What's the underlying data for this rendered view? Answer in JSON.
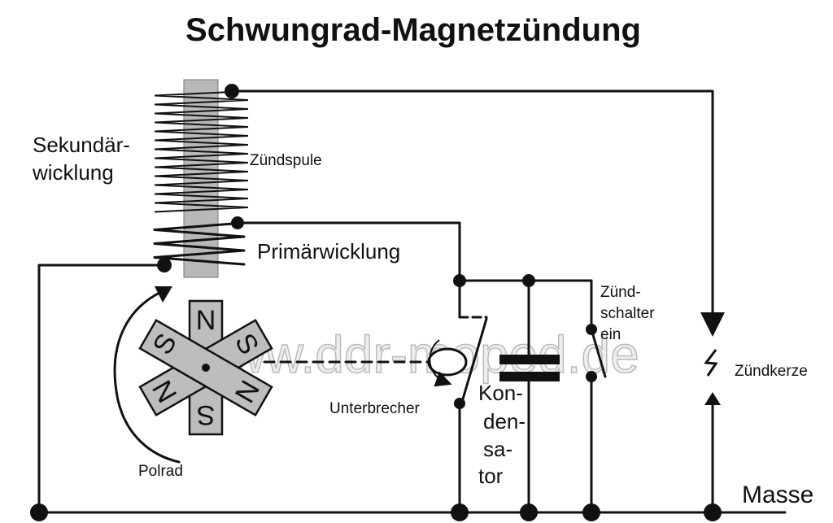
{
  "title": "Schwungrad-Magnetzündung",
  "watermark": "www.ddr-moped.de",
  "labels": {
    "secondary_winding": [
      "Sekundär-",
      "wicklung"
    ],
    "ignition_coil": "Zündspule",
    "primary_winding": "Primärwicklung",
    "ignition_switch": [
      "Zünd-",
      "schalter",
      "ein"
    ],
    "spark_plug": "Zündkerze",
    "breaker": "Unterbrecher",
    "capacitor": [
      "Kon-",
      "den-",
      "sa-",
      "tor"
    ],
    "pole_wheel": "Polrad",
    "ground": "Masse"
  },
  "magnet_poles": [
    "N",
    "S",
    "N",
    "S",
    "N",
    "S"
  ],
  "colors": {
    "line": "#111111",
    "core": "#b8b8b8",
    "magnet": "#bdbdbd",
    "background": "#ffffff"
  }
}
